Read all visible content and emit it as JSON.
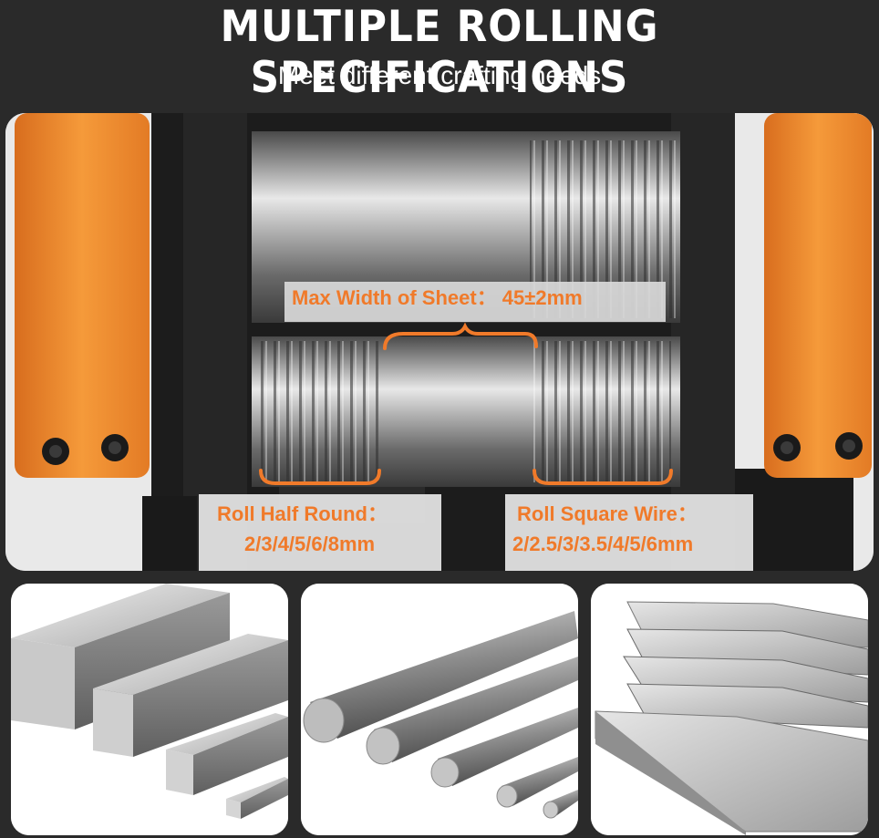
{
  "header": {
    "title": "MULTIPLE ROLLING SPECIFICATIONS",
    "subtitle": "Meet different crafting needs"
  },
  "machine_image": {
    "labels": {
      "max_width": "Max Width of Sheet： 45±2mm",
      "half_round_title": "Roll Half Round：",
      "half_round_sizes": "2/3/4/5/6/8mm",
      "square_wire_title": "Roll Square Wire：",
      "square_wire_sizes": "2/2.5/3/3.5/4/5/6mm"
    }
  },
  "products": [
    {
      "name": "square-bars-image"
    },
    {
      "name": "round-rods-image"
    },
    {
      "name": "metal-sheets-image"
    }
  ],
  "colors": {
    "accent": "#f07a2a",
    "background": "#2a2a2a",
    "machine_orange": "#f28a2e"
  }
}
